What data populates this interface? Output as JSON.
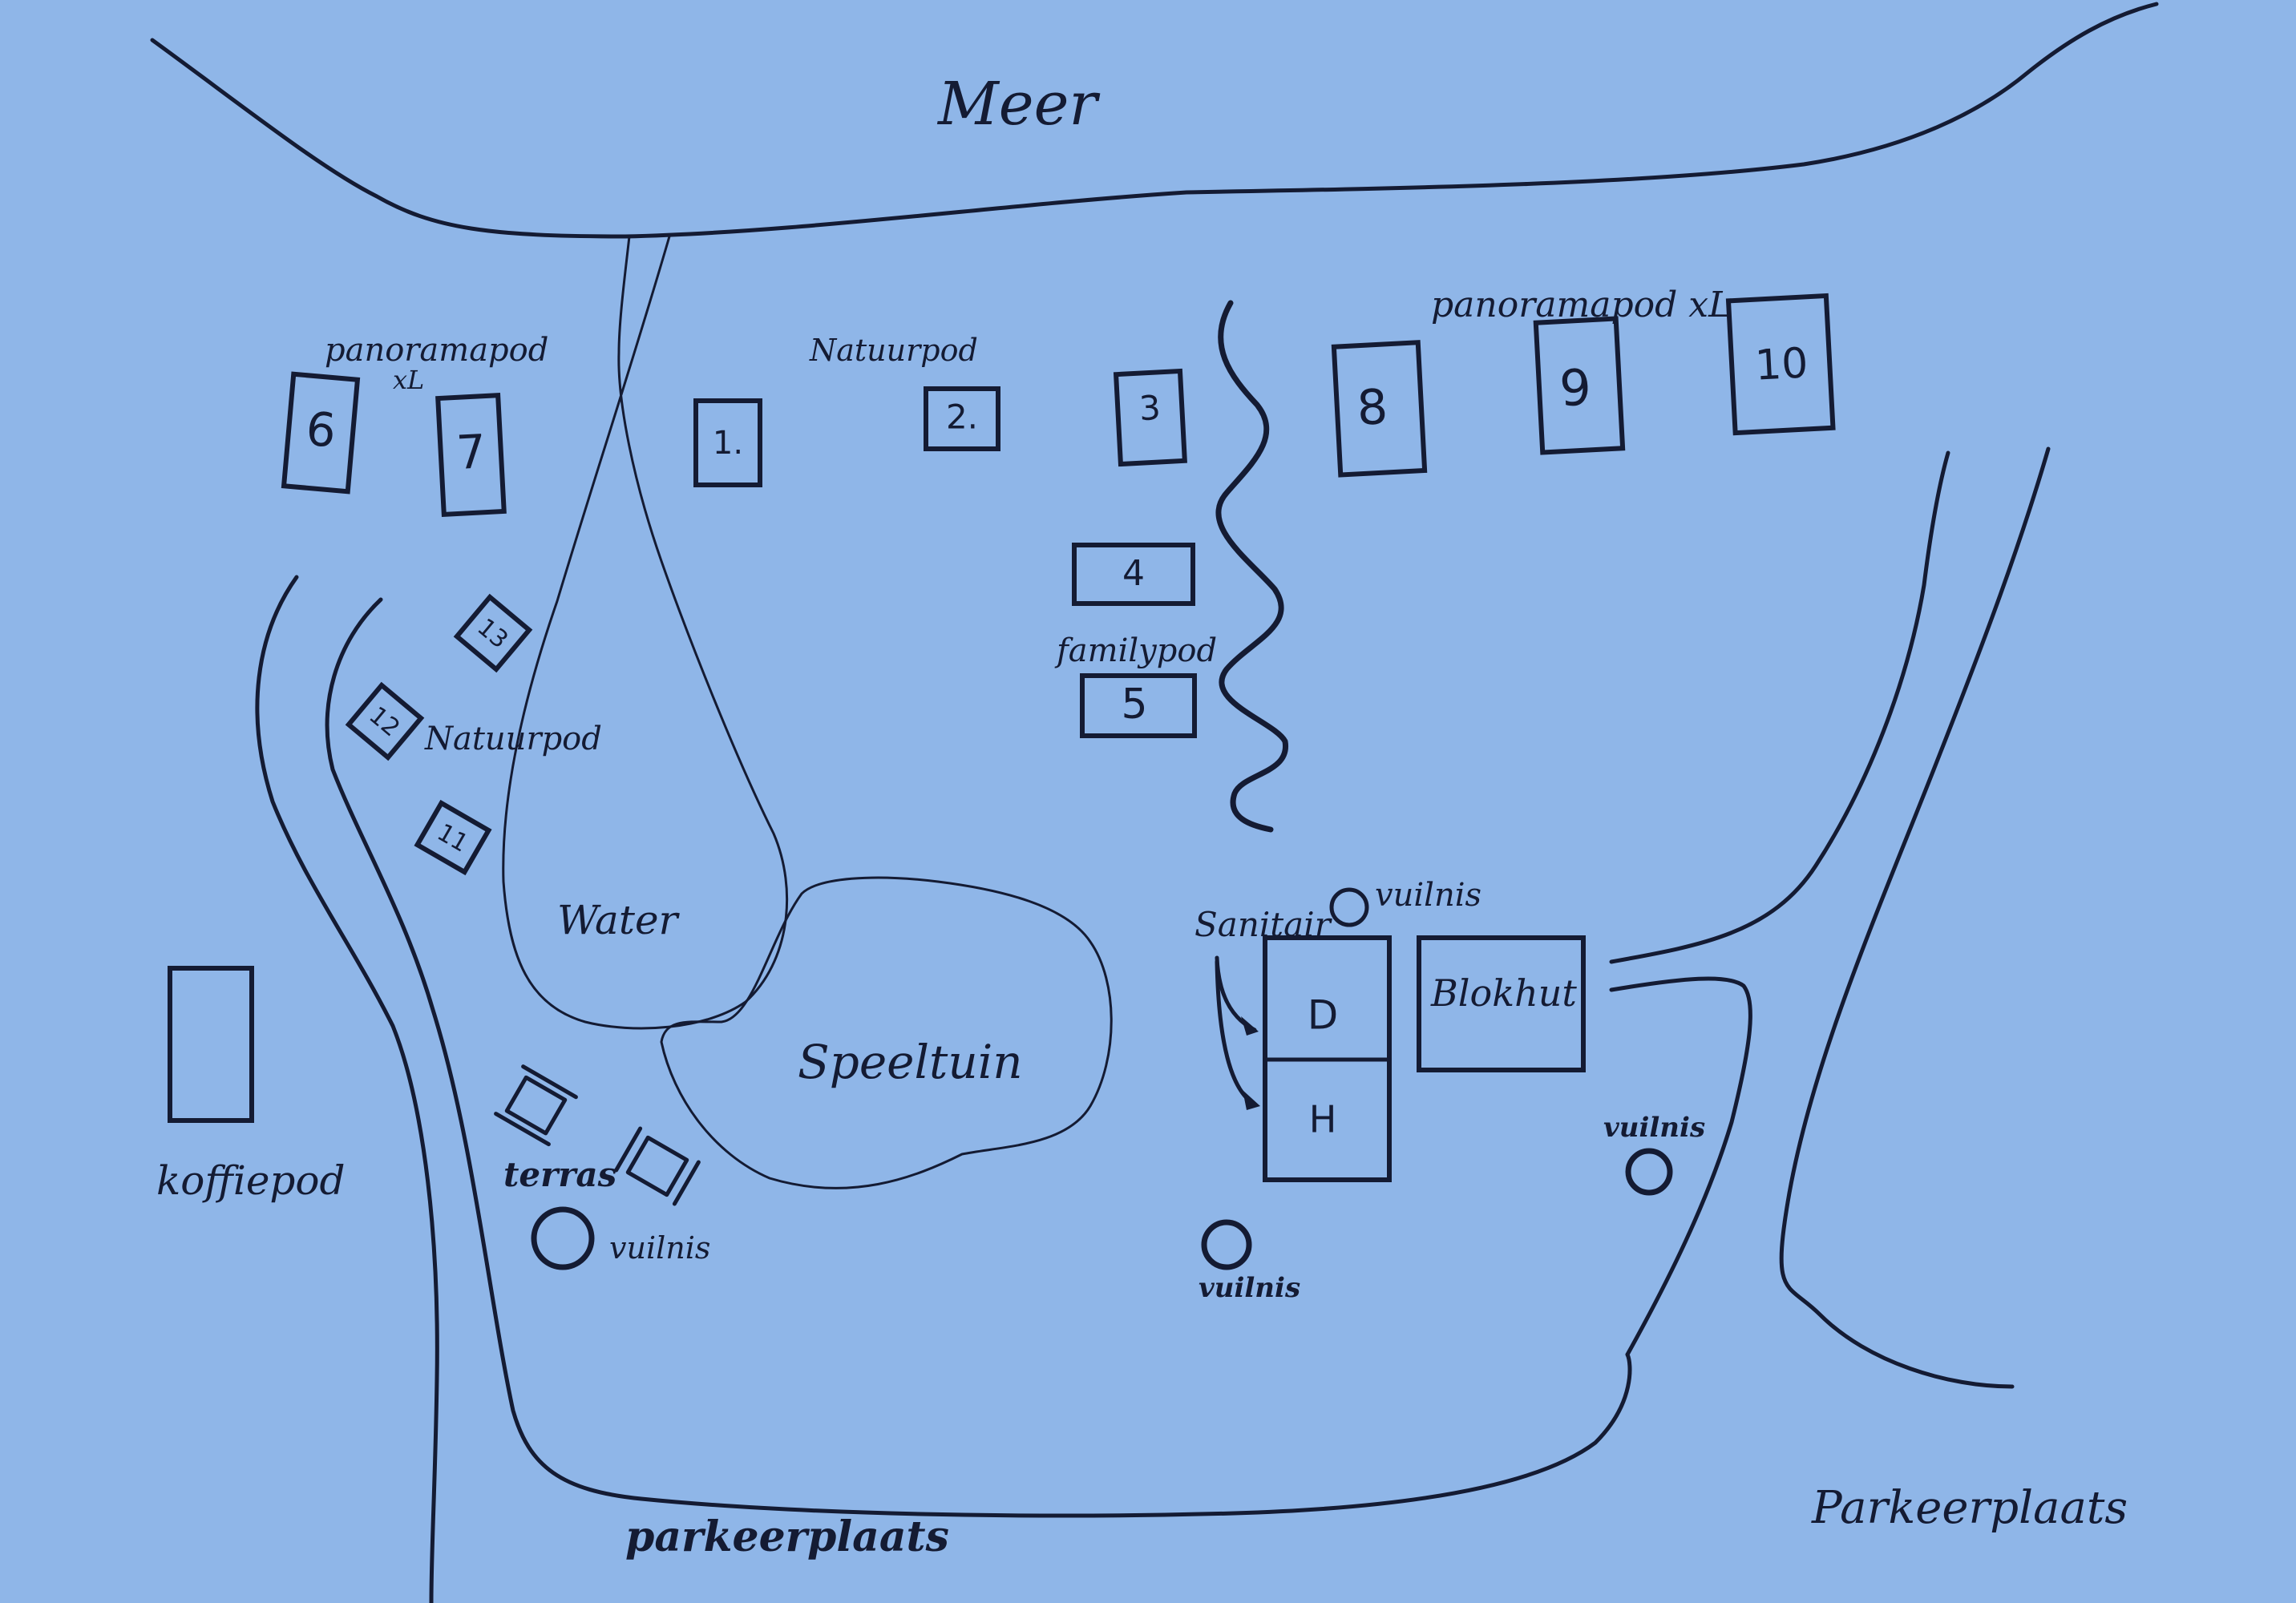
{
  "map": {
    "background_color": "#8fb6e8",
    "ink_color": "#141b33",
    "areas": {
      "lake": "Meer",
      "water": "Water",
      "playground": "Speeltuin",
      "parking_bottom": "parkeerplaats",
      "parking_right": "Parkeerplaats"
    },
    "group_labels": {
      "panorama_left": "panoramapod",
      "panorama_left_size": "xL",
      "natuurpod_top": "Natuurpod",
      "natuurpod_left": "Natuurpod",
      "panorama_right": "panoramapod xL",
      "familypod": "familypod"
    },
    "pods": {
      "p1": "1.",
      "p2": "2.",
      "p3": "3",
      "p4": "4",
      "p5": "5",
      "p6": "6",
      "p7": "7",
      "p8": "8",
      "p9": "9",
      "p10": "10",
      "p11": "11",
      "p12": "12",
      "p13": "13"
    },
    "facilities": {
      "sanitair": "Sanitair",
      "sanitair_d": "D",
      "sanitair_h": "H",
      "blokhut": "Blokhut",
      "koffiepod": "koffiepod",
      "terras": "terras",
      "waste_1": "vuilnis",
      "waste_2": "vuilnis",
      "waste_3": "vuilnis",
      "waste_4": "vuilnis"
    }
  }
}
